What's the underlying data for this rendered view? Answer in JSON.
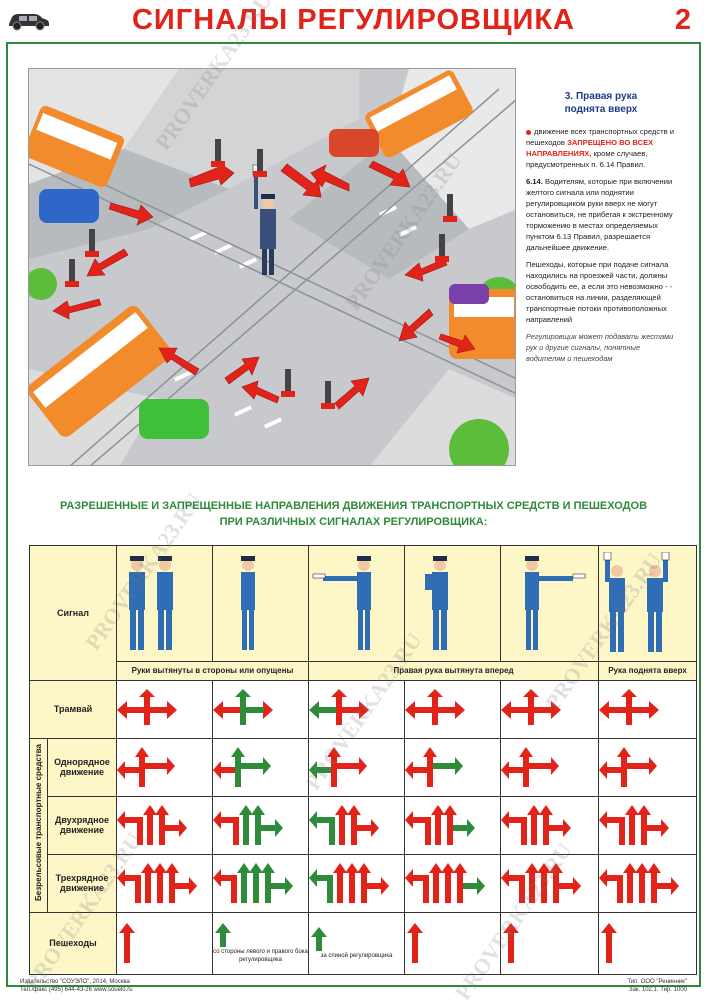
{
  "header": {
    "title": "СИГНАЛЫ РЕГУЛИРОВЩИКА",
    "page_number": "2"
  },
  "side_panel": {
    "title_line1": "3. Правая рука",
    "title_line2": "поднята вверх",
    "text1": "движение всех транспортных средств и пешеходов",
    "text_red": "ЗАПРЕЩЕНО ВО ВСЕХ НАПРАВЛЕНИЯХ,",
    "text2": "кроме случаев, предусмотренных п. 6.14 Правил.",
    "rule_num": "6.14.",
    "rule_text": "Водителям, которые при включении желтого сигнала или поднятии регулировщиком руки вверх не могут остановиться, не прибегая к экстренному торможению в местах определяемых пунктом 6.13 Правил, разрешается дальнейшее движение.",
    "ped_text": "Пешеходы, которые при подаче сигнала находились на проезжей части, должны освободить ее, а если это невозможно - - остановиться на линии, разделяющей транспортные потоки противоположных направлений",
    "note": "Регулировщик может подавать жестами рук и другие сигналы, понятные водителям и пешеходам"
  },
  "section": {
    "heading_line1": "РАЗРЕШЕННЫЕ И ЗАПРЕЩЕННЫЕ НАПРАВЛЕНИЯ ДВИЖЕНИЯ ТРАНСПОРТНЫХ СРЕДСТВ И ПЕШЕХОДОВ",
    "heading_line2": "ПРИ РАЗЛИЧНЫХ СИГНАЛАХ РЕГУЛИРОВЩИКА:"
  },
  "table": {
    "signal_label": "Сигнал",
    "groups": [
      "Руки вытянуты в стороны или опущены",
      "Правая рука вытянута вперед",
      "Рука поднята вверх"
    ],
    "group_side_label": "Безрельсовые транспортные средства",
    "rows": [
      {
        "label": "Трамвай"
      },
      {
        "label": "Однорядное движение"
      },
      {
        "label": "Двухрядное движение"
      },
      {
        "label": "Трехрядное движение"
      },
      {
        "label": "Пешеходы"
      }
    ],
    "ped_note_1": "со стороны левого и правого бока регулировщика",
    "ped_note_2": "за спиной регулировщика"
  },
  "colors": {
    "allowed": "#2e8b3a",
    "forbidden": "#e2231a",
    "title": "#e2231a",
    "frame": "#2e8b3a",
    "table_bg": "#fdf7c8"
  },
  "footer": {
    "left_line1": "Издательство \"СОУЭЛО\", 2014, Москва",
    "left_line2": "Тел./факс (495) 644-43-26  www.souelo.ru",
    "right_line1": "Тип. ООО \"Ренинник\"",
    "right_line2": "Зак. 102.1. Тир. 1000"
  },
  "watermark": "PROVERKA23.RU"
}
